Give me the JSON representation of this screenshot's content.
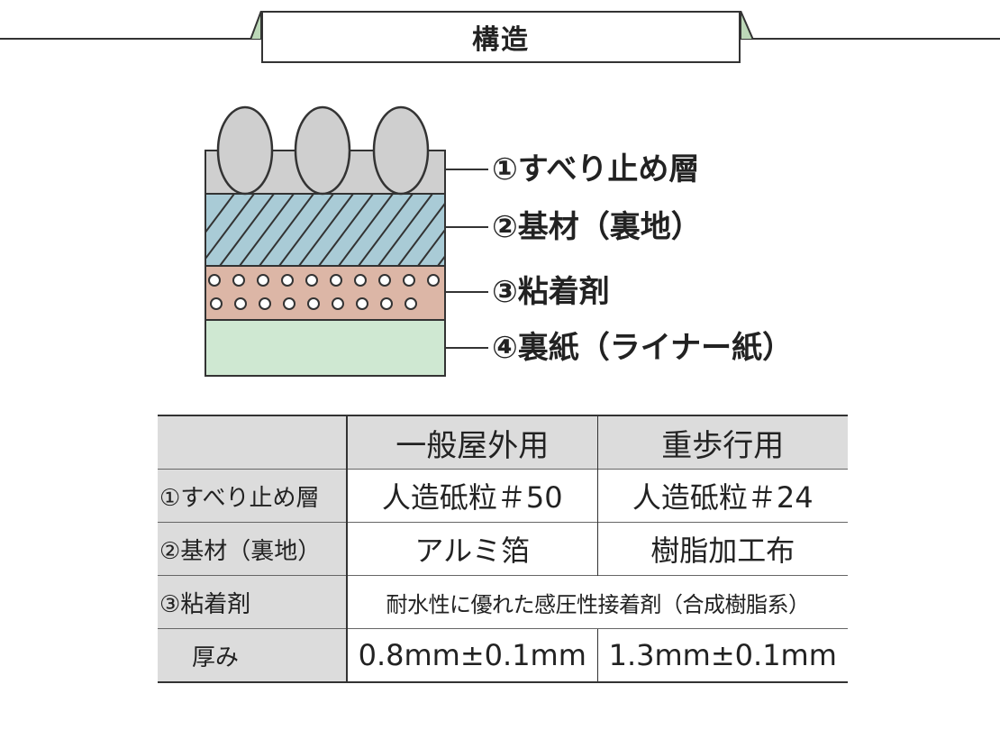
{
  "header": {
    "title": "構造"
  },
  "layers": [
    {
      "label": "①すべり止め層",
      "color": "#cfcfcf"
    },
    {
      "label": "②基材（裏地）",
      "color": "#a9cbd6"
    },
    {
      "label": "③粘着剤",
      "color": "#dcb6a6"
    },
    {
      "label": "④裏紙（ライナー紙）",
      "color": "#cfe8d2"
    }
  ],
  "table": {
    "columns": [
      "",
      "一般屋外用",
      "重歩行用"
    ],
    "rows": [
      {
        "label": "①すべり止め層",
        "general": "人造砥粒＃50",
        "heavy": "人造砥粒＃24"
      },
      {
        "label": "②基材（裏地）",
        "general": "アルミ箔",
        "heavy": "樹脂加工布"
      },
      {
        "label": "③粘着剤",
        "merged": "耐水性に優れた感圧性接着剤（合成樹脂系）"
      },
      {
        "label": "厚み",
        "general": "0.8mm±0.1mm",
        "heavy": "1.3mm±0.1mm"
      }
    ]
  }
}
